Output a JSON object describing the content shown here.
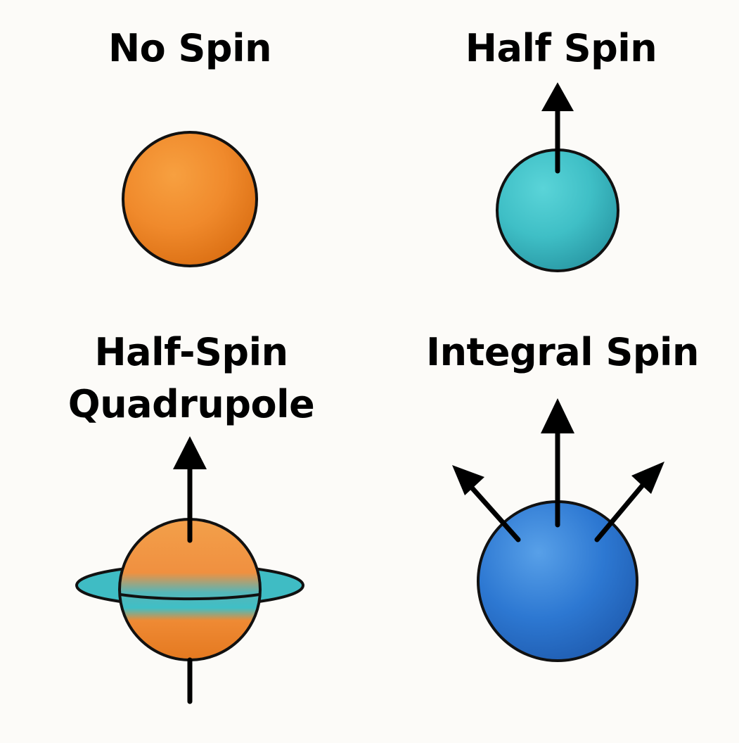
{
  "panels": {
    "no_spin": {
      "title": "No Spin"
    },
    "half_spin": {
      "title": "Half Spin"
    },
    "half_spin_quadrupole": {
      "title_line1": "Half-Spin",
      "title_line2": "Quadrupole"
    },
    "integral_spin": {
      "title": "Integral Spin"
    }
  },
  "colors": {
    "background": "#fcfbf8",
    "orange": "#f08a2c",
    "teal": "#3fbfc6",
    "blue": "#2d78d2",
    "outline": "#111111"
  }
}
